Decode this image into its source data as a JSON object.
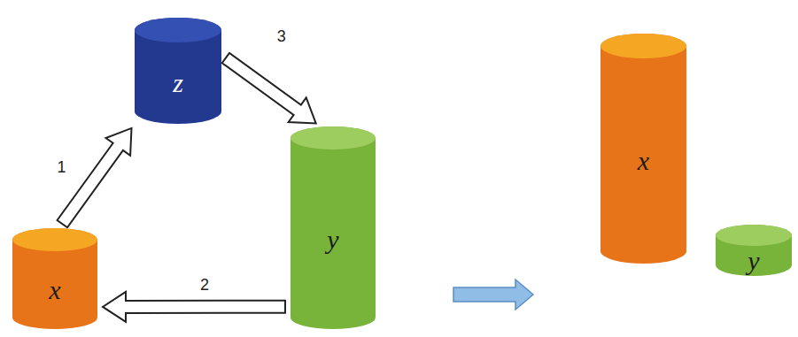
{
  "diagram": {
    "nodes": [
      {
        "text": [
          "x"
        ]
      },
      {
        "text": [
          "z"
        ]
      },
      {
        "text": [
          "y"
        ]
      },
      {
        "text": [
          "x"
        ]
      },
      {
        "text": [
          "y"
        ]
      }
    ],
    "edges": [
      {
        "from": 0,
        "to": 1,
        "arrow": "to",
        "label": "1"
      },
      {
        "from": 2,
        "to": 0,
        "arrow": "to",
        "label": "2"
      },
      {
        "from": 1,
        "to": 2,
        "arrow": "to",
        "label": "3"
      }
    ]
  }
}
